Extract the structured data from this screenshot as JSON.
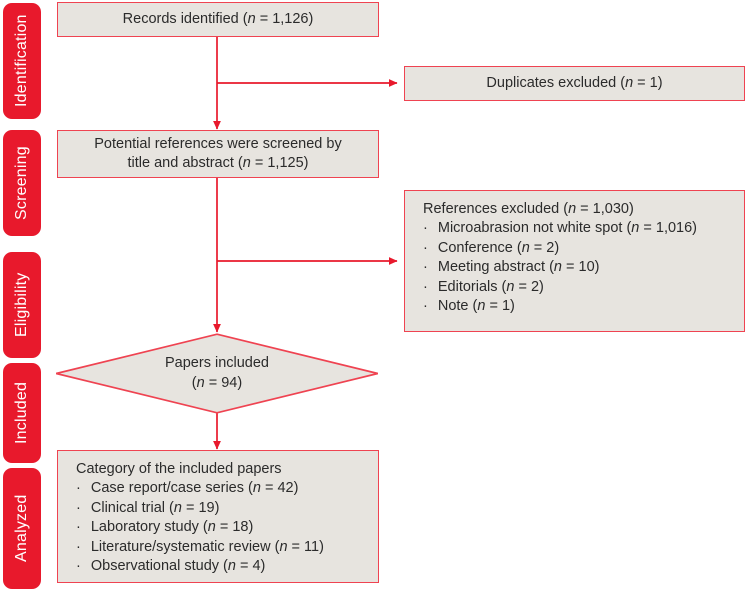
{
  "colors": {
    "accent_red": "#e8192c",
    "border_red": "#ef4351",
    "node_fill": "#e7e4df",
    "text": "#2b2b2b",
    "background": "#ffffff"
  },
  "stages": [
    {
      "label": "Identification"
    },
    {
      "label": "Screening"
    },
    {
      "label": "Eligibility"
    },
    {
      "label": "Included"
    },
    {
      "label": "Analyzed"
    }
  ],
  "nodes": {
    "records_identified": {
      "text": "Records identified (n = 1,126)"
    },
    "duplicates_excluded": {
      "text": "Duplicates excluded (n = 1)"
    },
    "screened": {
      "line1": "Potential references were screened by",
      "line2": "title and abstract (n = 1,125)"
    },
    "references_excluded": {
      "heading": "References excluded (n = 1,030)",
      "items": [
        "Microabrasion not white spot (n = 1,016)",
        "Conference (n = 2)",
        "Meeting abstract (n = 10)",
        "Editorials (n = 2)",
        "Note (n = 1)"
      ]
    },
    "papers_included": {
      "line1": "Papers included",
      "line2": "(n = 94)"
    },
    "categories": {
      "heading": "Category of the included papers",
      "items": [
        "Case report/case series (n = 42)",
        "Clinical trial (n = 19)",
        "Laboratory study (n = 18)",
        "Literature/systematic review (n = 11)",
        "Observational study (n = 4)"
      ]
    }
  },
  "chart_data": {
    "type": "flowchart",
    "title": "PRISMA study selection flow diagram",
    "stages": [
      "Identification",
      "Screening",
      "Eligibility",
      "Included",
      "Analyzed"
    ],
    "flow": [
      {
        "stage": "Identification",
        "node": "Records identified",
        "n": 1126
      },
      {
        "stage": "Identification",
        "node": "Duplicates excluded",
        "n": 1,
        "kind": "excluded"
      },
      {
        "stage": "Screening",
        "node": "Potential references were screened by title and abstract",
        "n": 1125
      },
      {
        "stage": "Eligibility",
        "node": "References excluded",
        "n": 1030,
        "kind": "excluded",
        "reasons": [
          {
            "label": "Microabrasion not white spot",
            "n": 1016
          },
          {
            "label": "Conference",
            "n": 2
          },
          {
            "label": "Meeting abstract",
            "n": 10
          },
          {
            "label": "Editorials",
            "n": 2
          },
          {
            "label": "Note",
            "n": 1
          }
        ]
      },
      {
        "stage": "Included",
        "node": "Papers included",
        "n": 94
      },
      {
        "stage": "Analyzed",
        "node": "Category of the included papers",
        "n": 94,
        "categories": [
          {
            "label": "Case report/case series",
            "n": 42
          },
          {
            "label": "Clinical trial",
            "n": 19
          },
          {
            "label": "Laboratory study",
            "n": 18
          },
          {
            "label": "Literature/systematic review",
            "n": 11
          },
          {
            "label": "Observational study",
            "n": 4
          }
        ]
      }
    ]
  }
}
